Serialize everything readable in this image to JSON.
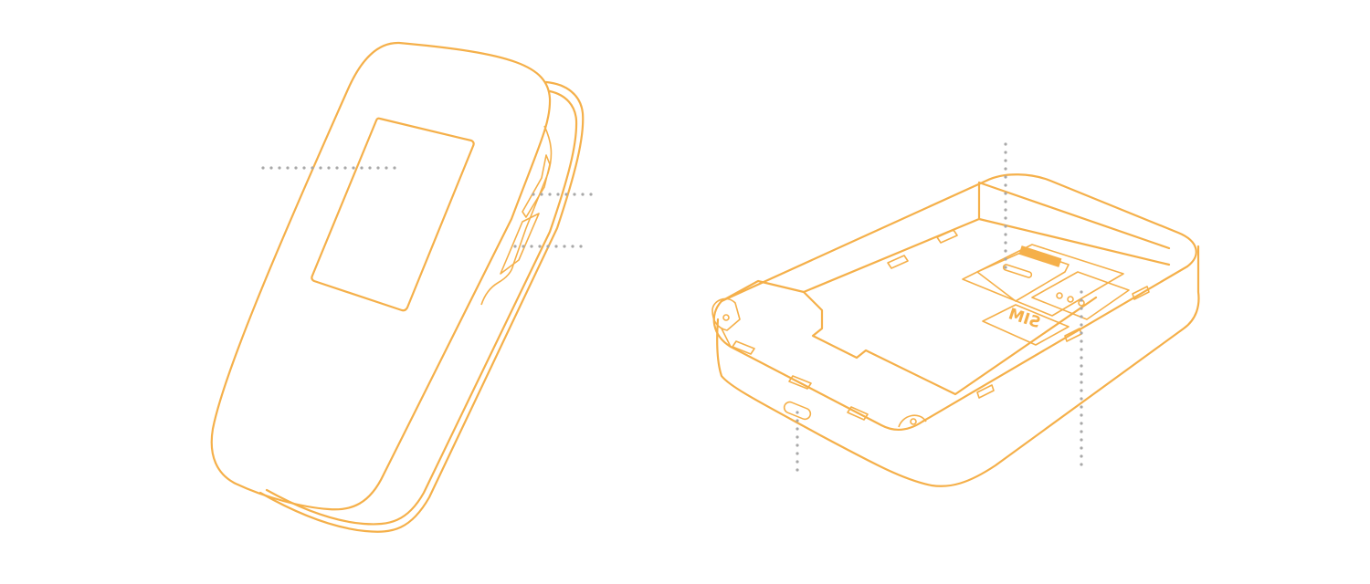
{
  "figure": {
    "description": "Line-art illustration of a mobile hotspot device: front view (left) and opened back with battery compartment (right)",
    "colors": {
      "outline": "#F5B04A",
      "callout": "#A8A8A8",
      "background": "#FFFFFF"
    }
  },
  "front_view": {
    "callouts": [
      "display-callout",
      "button-upper-callout",
      "button-lower-callout"
    ]
  },
  "back_view": {
    "sim_label": "SIM",
    "callouts": [
      "card-slot-callout",
      "usb-port-callout",
      "sim-slot-callout"
    ]
  }
}
